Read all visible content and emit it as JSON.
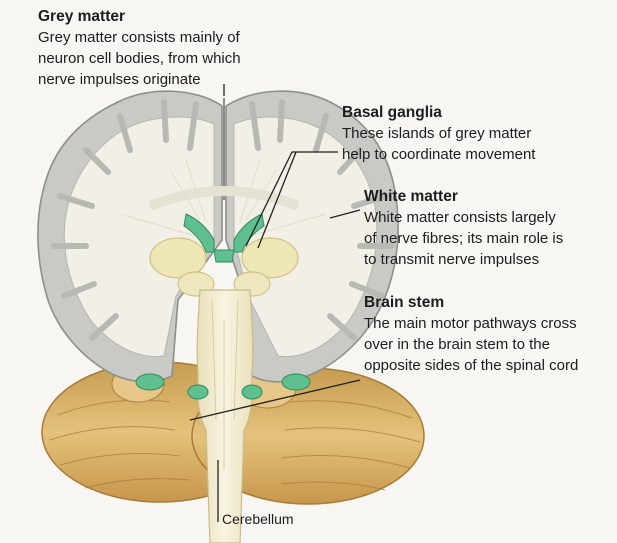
{
  "labels": {
    "grey_matter": {
      "title": "Grey matter",
      "description": "Grey matter consists mainly of\nneuron cell bodies, from which\nnerve impulses originate"
    },
    "basal_ganglia": {
      "title": "Basal ganglia",
      "description": "These islands of grey matter\nhelp to coordinate movement"
    },
    "white_matter": {
      "title": "White matter",
      "description": "White matter consists largely\nof nerve fibres; its main role is\nto transmit nerve impulses"
    },
    "brain_stem": {
      "title": "Brain stem",
      "description": "The main motor pathways cross\nover in the brain stem to the\nopposite sides of the spinal cord"
    },
    "cerebellum": "Cerebellum"
  },
  "colors": {
    "background": "#f7f6f2",
    "grey_matter": "#c9c9c6",
    "white_matter": "#f1efe6",
    "basal_ganglia": "#eee6b4",
    "ventricles": "#5fbf8f",
    "cerebellum": "#d9b56e",
    "leader_lines": "#222222"
  }
}
